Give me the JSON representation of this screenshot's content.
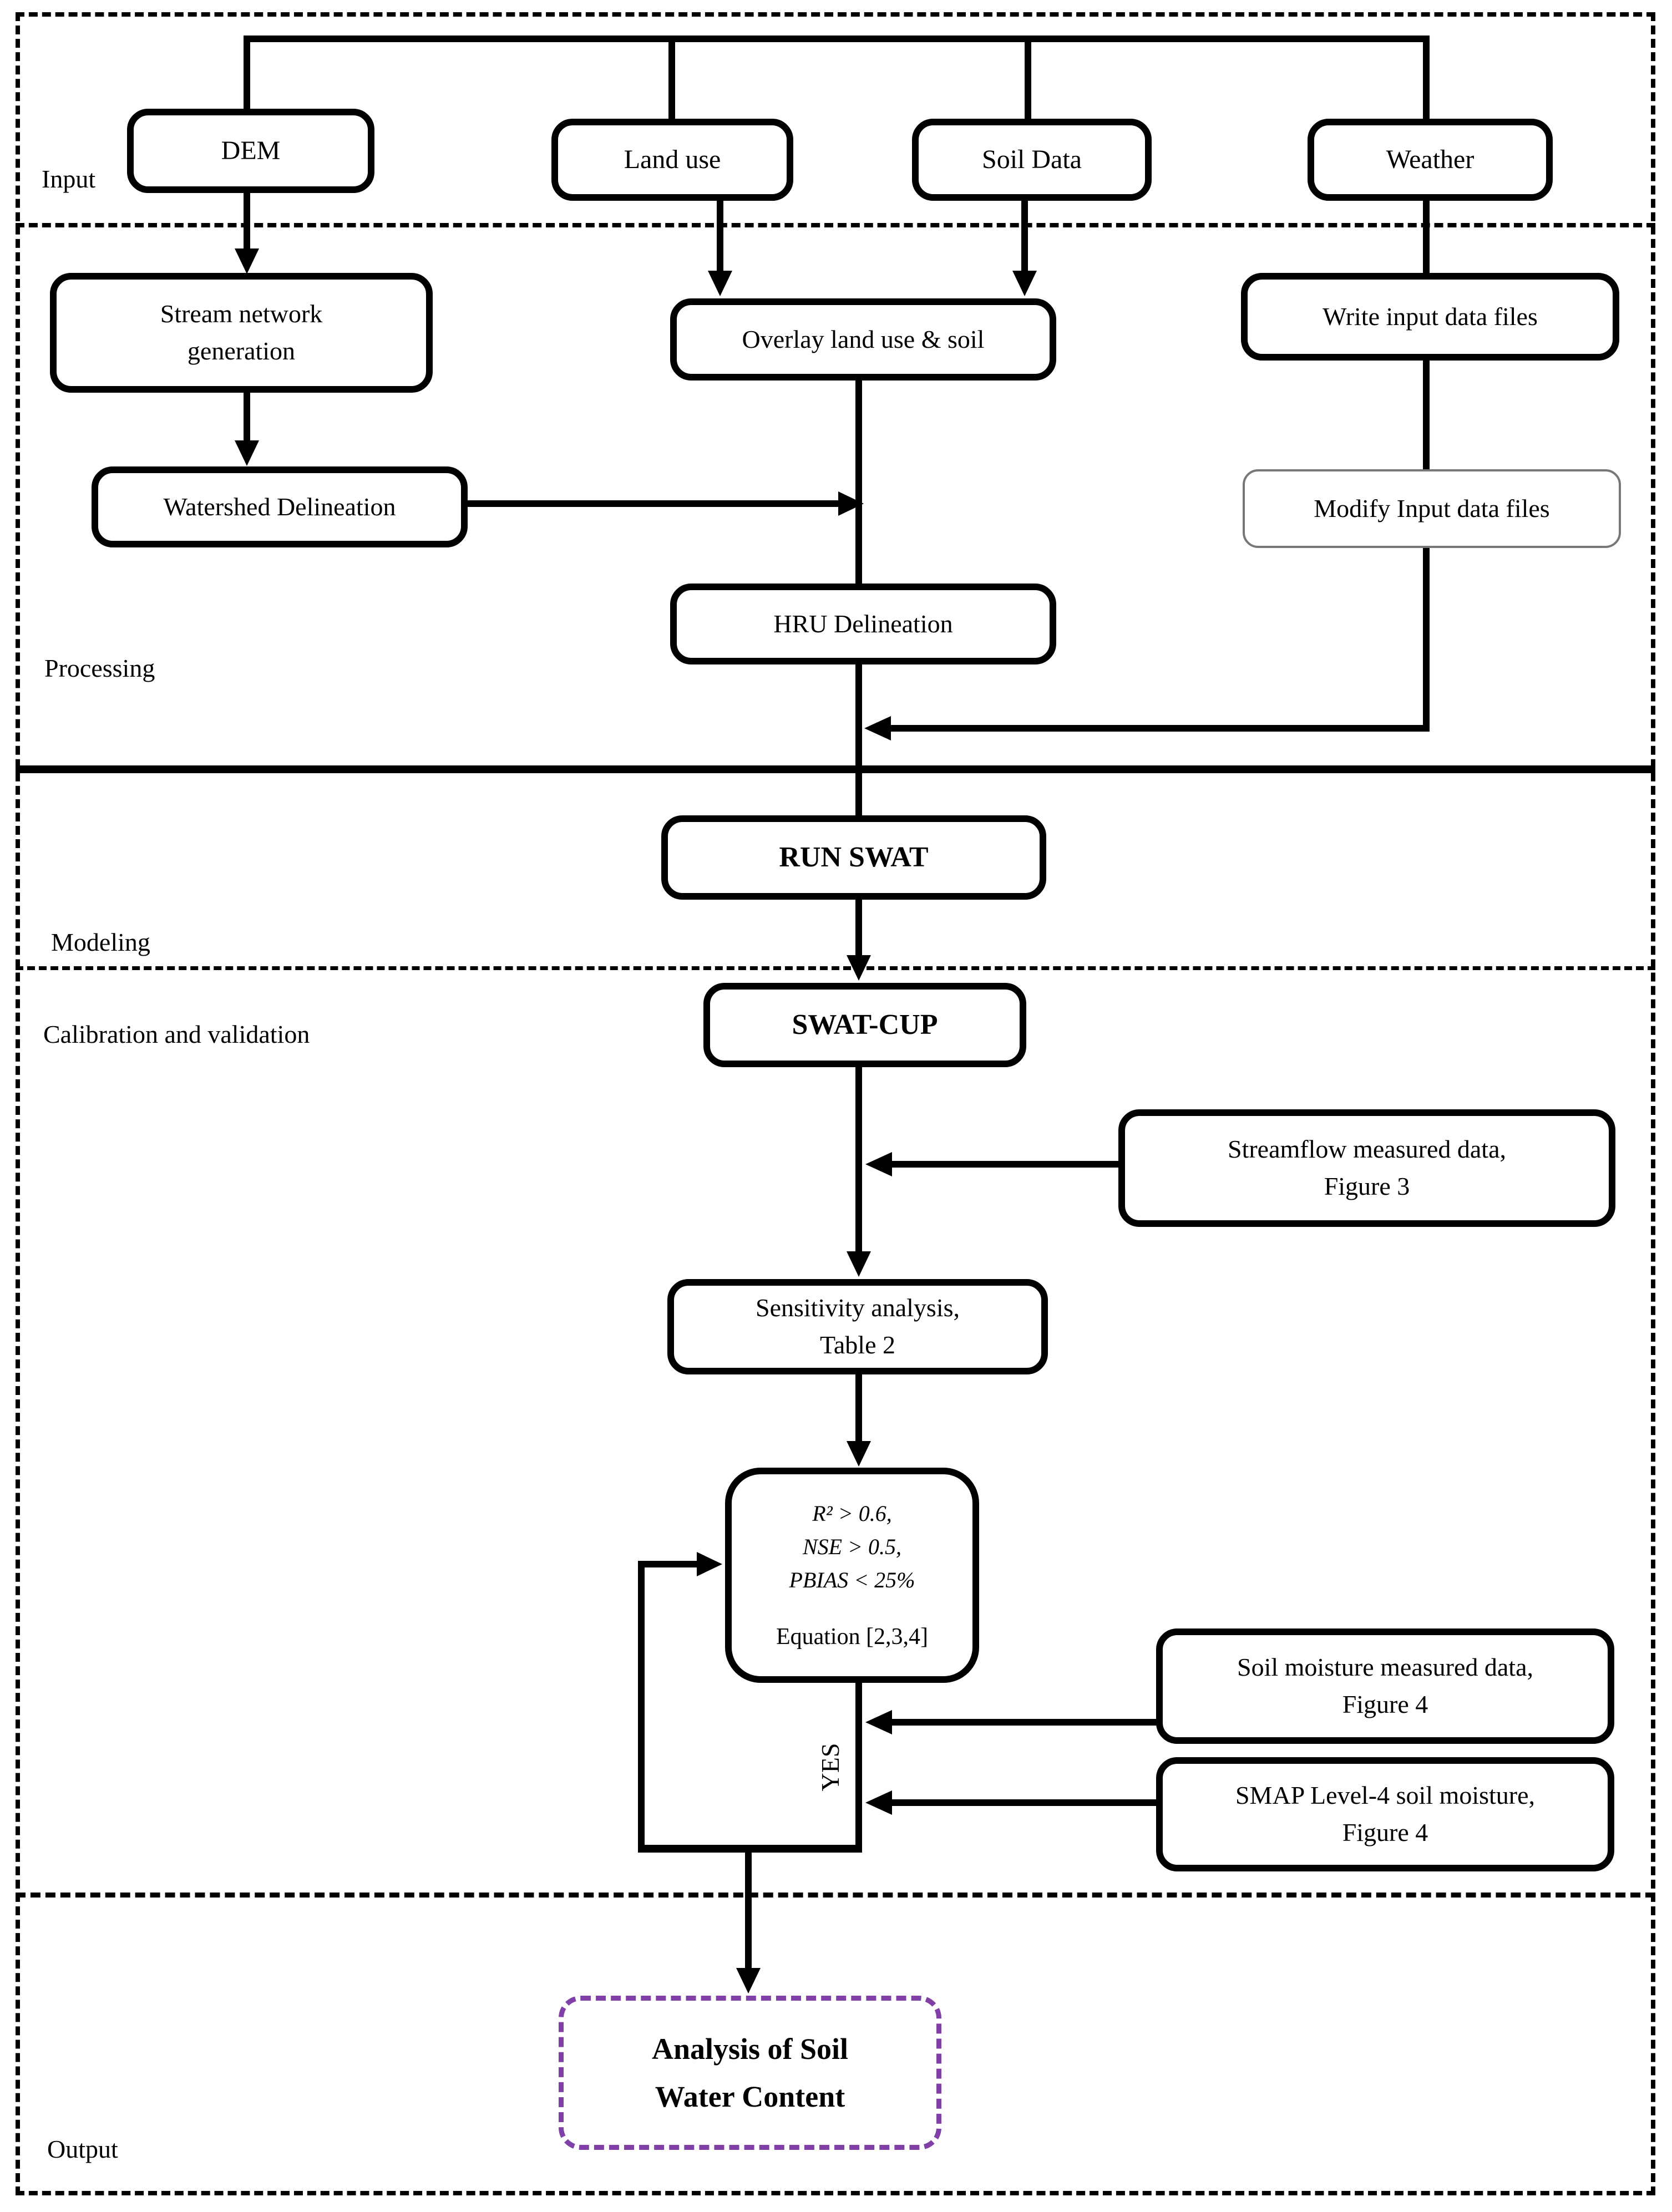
{
  "sections": {
    "input": "Input",
    "processing": "Processing",
    "modeling": "Modeling",
    "calibration": "Calibration and validation",
    "output": "Output"
  },
  "nodes": {
    "dem": "DEM",
    "land_use": "Land use",
    "soil_data": "Soil Data",
    "weather": "Weather",
    "stream_network_line1": "Stream network",
    "stream_network_line2": "generation",
    "overlay": "Overlay land use & soil",
    "write_input": "Write input data files",
    "watershed": "Watershed Delineation",
    "modify_input": "Modify Input data files",
    "hru": "HRU Delineation",
    "run_swat": "RUN SWAT",
    "swat_cup": "SWAT-CUP",
    "streamflow_line1": "Streamflow measured data,",
    "streamflow_line2": "Figure 3",
    "sensitivity_line1": "Sensitivity analysis,",
    "sensitivity_line2": "Table 2",
    "soil_moisture_line1": "Soil moisture measured data,",
    "soil_moisture_line2": "Figure 4",
    "smap_line1": "SMAP Level-4 soil moisture,",
    "smap_line2": "Figure 4",
    "output_line1": "Analysis of Soil",
    "output_line2": "Water Content"
  },
  "decision": {
    "r2": "R² > 0.6,",
    "nse": "NSE > 0.5,",
    "pbias": "PBIAS < 25%",
    "equation": "Equation [2,3,4]"
  },
  "labels": {
    "yes": "YES"
  },
  "colors": {
    "line": "#000000",
    "modify_border": "#777777",
    "output_border": "#8040a8"
  }
}
